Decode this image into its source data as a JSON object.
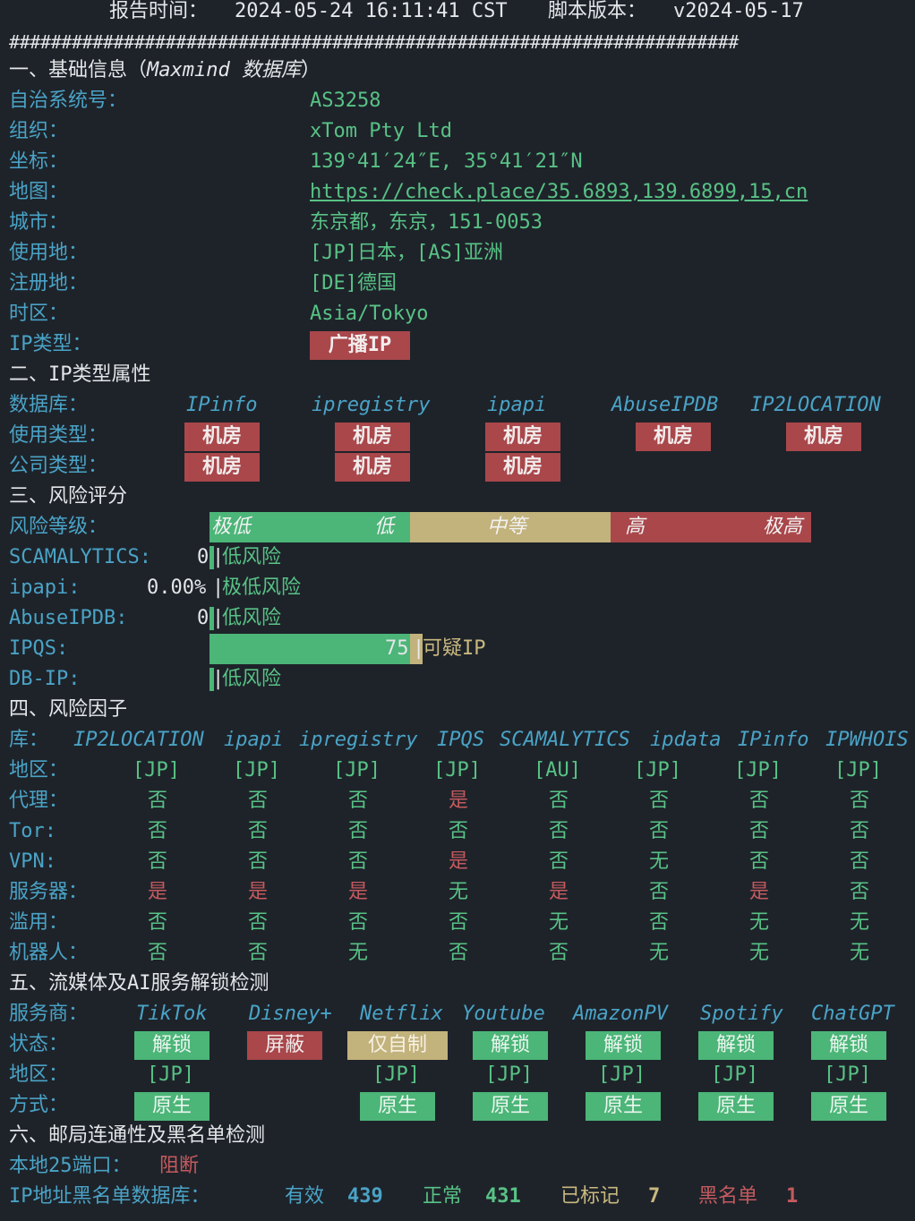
{
  "header": {
    "report_label": "报告时间：",
    "report_time": "2024-05-24 16:11:41 CST",
    "version_label": "脚本版本：",
    "version": "v2024-05-17"
  },
  "divider": "######################################################################",
  "s1": {
    "title": "一、基础信息（",
    "title_i": "Maxmind 数据库",
    "title_end": "）",
    "rows": [
      {
        "label": "自治系统号：",
        "value": "AS3258"
      },
      {
        "label": "组织：",
        "value": "xTom Pty Ltd"
      },
      {
        "label": "坐标：",
        "value": "139°41′24″E, 35°41′21″N"
      },
      {
        "label": "地图：",
        "value": "https://check.place/35.6893,139.6899,15,cn"
      },
      {
        "label": "城市：",
        "value": "东京都，东京，151-0053"
      },
      {
        "label": "使用地：",
        "value": "[JP]日本，[AS]亚洲"
      },
      {
        "label": "注册地：",
        "value": "[DE]德国"
      },
      {
        "label": "时区：",
        "value": "Asia/Tokyo"
      },
      {
        "label": "IP类型：",
        "value": "广播IP"
      }
    ]
  },
  "s2": {
    "title": "二、IP类型属性",
    "db_label": "数据库：",
    "use_label": "使用类型：",
    "company_label": "公司类型：",
    "dbs": [
      "IPinfo",
      "ipregistry",
      "ipapi",
      "AbuseIPDB",
      "IP2LOCATION"
    ],
    "use": [
      "机房",
      "机房",
      "机房",
      "机房",
      "机房"
    ],
    "company": [
      "机房",
      "机房",
      "机房"
    ]
  },
  "s3": {
    "title": "三、风险评分",
    "level_label": "风险等级：",
    "levels": [
      "极低",
      "低",
      "中等",
      "高",
      "极高"
    ],
    "scamalytics": {
      "label": "SCAMALYTICS:",
      "score": "0",
      "text": "低风险"
    },
    "ipapi": {
      "label": "ipapi:",
      "score": "0.00%",
      "text": "极低风险"
    },
    "abuseipdb": {
      "label": "AbuseIPDB:",
      "score": "0",
      "text": "低风险"
    },
    "ipqs": {
      "label": "IPQS:",
      "score": "75",
      "text": "可疑IP",
      "value": 75
    },
    "dbip": {
      "label": "DB-IP:",
      "text": "低风险"
    },
    "colors": {
      "green": "#4cb578",
      "yellow": "#c2b27c",
      "red": "#a9474b"
    }
  },
  "s4": {
    "title": "四、风险因子",
    "lib_label": "库：",
    "libs": [
      "IP2LOCATION",
      "ipapi",
      "ipregistry",
      "IPQS",
      "SCAMALYTICS",
      "ipdata",
      "IPinfo",
      "IPWHOIS"
    ],
    "rows": [
      {
        "label": "地区：",
        "values": [
          "[JP]",
          "[JP]",
          "[JP]",
          "[JP]",
          "[AU]",
          "[JP]",
          "[JP]",
          "[JP]"
        ]
      },
      {
        "label": "代理：",
        "values": [
          "否",
          "否",
          "否",
          "是",
          "否",
          "否",
          "否",
          "否"
        ]
      },
      {
        "label": "Tor:",
        "values": [
          "否",
          "否",
          "否",
          "否",
          "否",
          "否",
          "否",
          "否"
        ]
      },
      {
        "label": "VPN:",
        "values": [
          "否",
          "否",
          "否",
          "是",
          "否",
          "无",
          "否",
          "否"
        ]
      },
      {
        "label": "服务器：",
        "values": [
          "是",
          "是",
          "是",
          "无",
          "是",
          "否",
          "是",
          "否"
        ]
      },
      {
        "label": "滥用：",
        "values": [
          "否",
          "否",
          "否",
          "否",
          "无",
          "否",
          "无",
          "无"
        ]
      },
      {
        "label": "机器人：",
        "values": [
          "否",
          "否",
          "无",
          "否",
          "否",
          "无",
          "无",
          "无"
        ]
      }
    ]
  },
  "s5": {
    "title": "五、流媒体及AI服务解锁检测",
    "provider_label": "服务商：",
    "status_label": "状态：",
    "region_label": "地区：",
    "method_label": "方式：",
    "services": [
      {
        "name": "TikTok",
        "status": "解锁",
        "region": "[JP]",
        "method": "原生"
      },
      {
        "name": "Disney+",
        "status": "屏蔽",
        "region": "",
        "method": ""
      },
      {
        "name": "Netflix",
        "status": "仅自制",
        "region": "[JP]",
        "method": "原生"
      },
      {
        "name": "Youtube",
        "status": "解锁",
        "region": "[JP]",
        "method": "原生"
      },
      {
        "name": "AmazonPV",
        "status": "解锁",
        "region": "[JP]",
        "method": "原生"
      },
      {
        "name": "Spotify",
        "status": "解锁",
        "region": "[JP]",
        "method": "原生"
      },
      {
        "name": "ChatGPT",
        "status": "解锁",
        "region": "[JP]",
        "method": "原生"
      }
    ]
  },
  "s6": {
    "title": "六、邮局连通性及黑名单检测",
    "port_label": "本地25端口：",
    "port_value": "阻断",
    "bl_label": "IP地址黑名单数据库：",
    "valid_label": "有效",
    "valid": "439",
    "normal_label": "正常",
    "normal": "431",
    "marked_label": "已标记",
    "marked": "7",
    "black_label": "黑名单",
    "black": "1"
  }
}
